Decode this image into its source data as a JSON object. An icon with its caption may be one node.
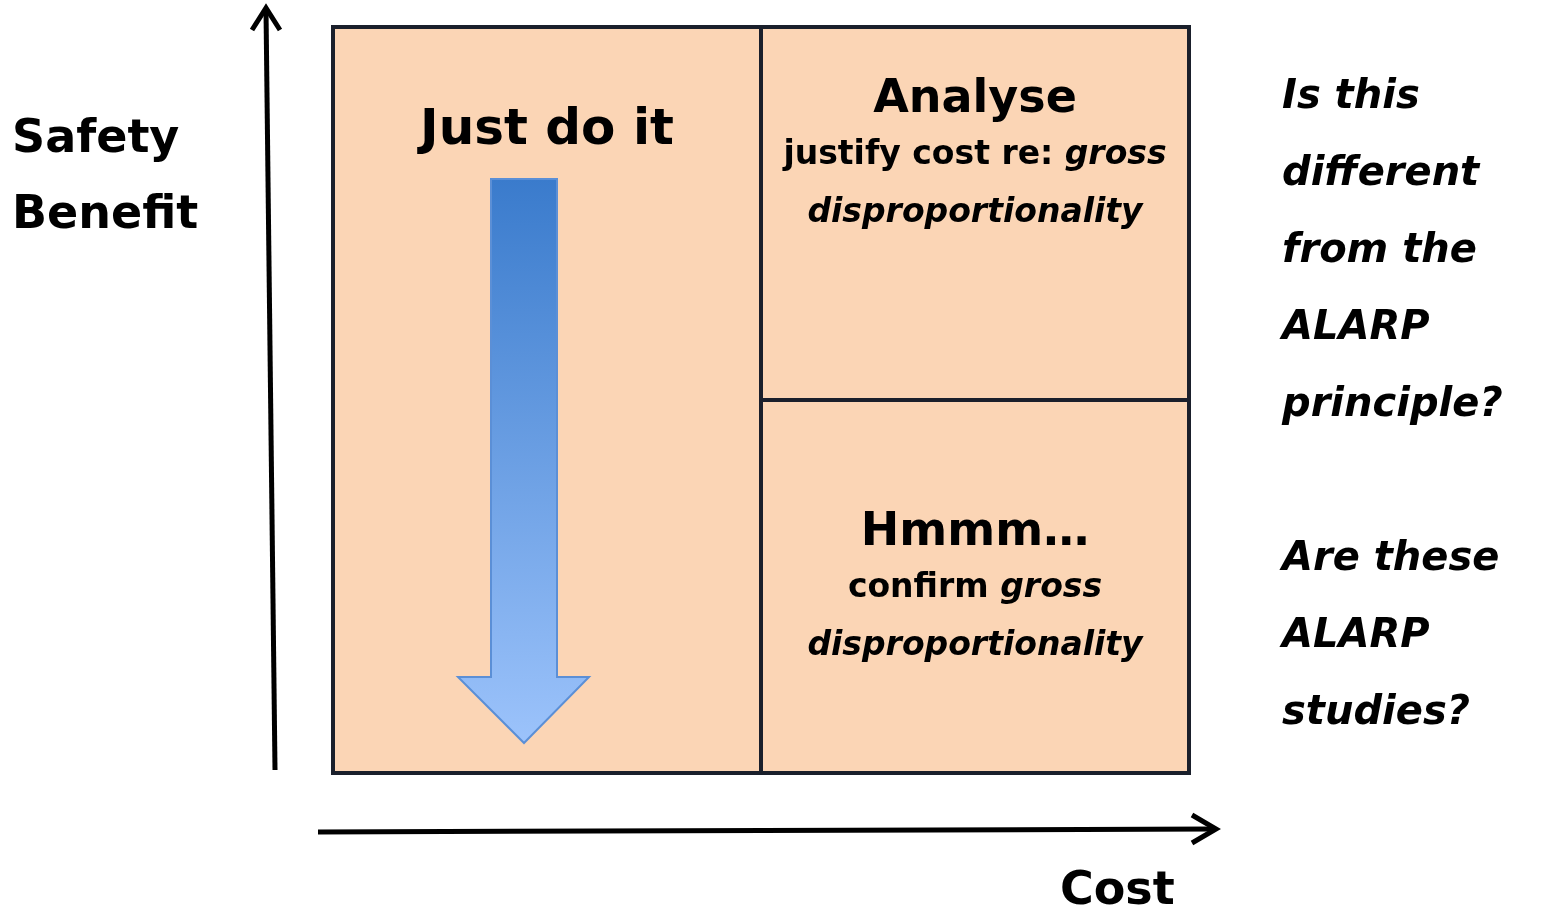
{
  "diagram": {
    "nodes": [
      {
        "text": [
          "Just do it"
        ]
      },
      {
        "text": [
          "Analyse",
          "justify cost re: *gross disproportionality*"
        ]
      },
      {
        "text": [
          "Hmmm…",
          "confirm *gross disproportionality*"
        ]
      }
    ],
    "labels": [
      "Safety Benefit",
      "Cost",
      "Is this different from the ALARP principle?",
      "Are these ALARP studies?"
    ]
  }
}
